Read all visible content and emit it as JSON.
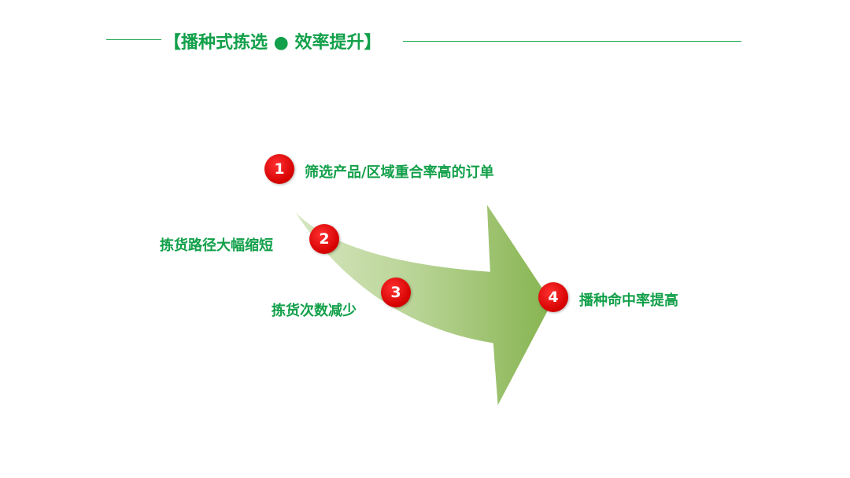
{
  "title": "【播种式拣选 ● 效率提升】",
  "steps": [
    {
      "number": "1",
      "label": "筛选产品/区域重合率高的订单"
    },
    {
      "number": "2",
      "label": "拣货路径大幅缩短"
    },
    {
      "number": "3",
      "label": "拣货次数减少"
    },
    {
      "number": "4",
      "label": "播种命中率提高"
    }
  ],
  "colors": {
    "text": "#12a04a",
    "badge": "#d40000",
    "arrow": "#8fba5a"
  }
}
